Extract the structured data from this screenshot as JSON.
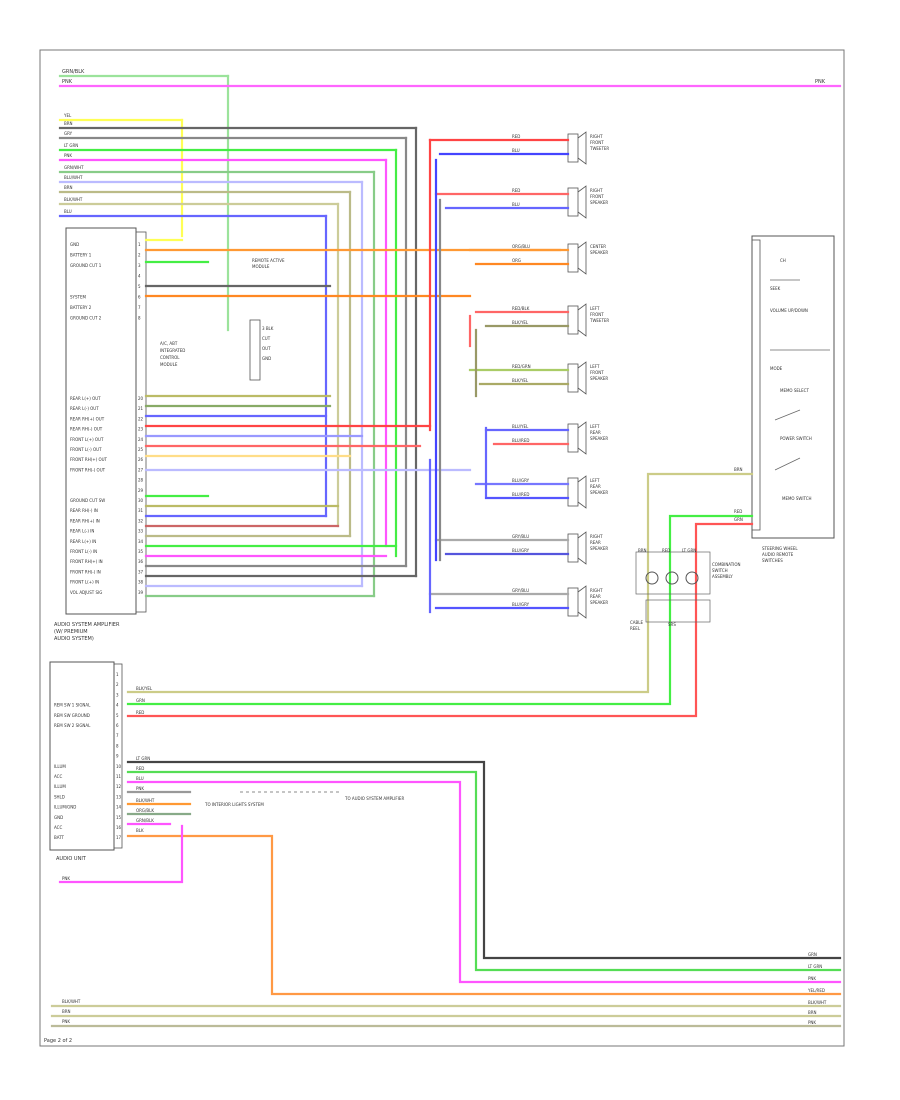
{
  "page": {
    "page_number": "2 of 2",
    "footer_label": "Page 2 of 2"
  },
  "top_wires": [
    {
      "code": "GRN/BLK",
      "color": "#9be39b"
    },
    {
      "code": "PNK",
      "color": "#ff66ff"
    }
  ],
  "harness_wires": [
    {
      "code": "YEL",
      "color": "#ffff55"
    },
    {
      "code": "BRN",
      "color": "#666666"
    },
    {
      "code": "GRY",
      "color": "#888888"
    },
    {
      "code": "LT GRN",
      "color": "#44ee44"
    },
    {
      "code": "PNK",
      "color": "#ff55ff"
    },
    {
      "code": "GRN/WHT",
      "color": "#88cc88"
    },
    {
      "code": "BLU/WHT",
      "color": "#bbbbff"
    },
    {
      "code": "BRN",
      "color": "#bbbb88"
    },
    {
      "code": "BLK/WHT",
      "color": "#cccc99"
    },
    {
      "code": "BLU",
      "color": "#6666ff"
    }
  ],
  "amplifier": {
    "name_lines": [
      "AUDIO SYSTEM AMPLIFIER",
      "(W/ PREMIUM",
      "AUDIO SYSTEM)"
    ],
    "pins_top": [
      "GND",
      "BATTERY 1",
      "GROUND CUT 1",
      "",
      "",
      "SYSTEM",
      "BATTERY 2",
      "GROUND CUT 2"
    ],
    "pins_bottom": [
      "REAR L(+) OUT",
      "REAR L(-) OUT",
      "REAR RH(+) OUT",
      "REAR RH(-) OUT",
      "FRONT L(+) OUT",
      "FRONT L(-) OUT",
      "FRONT RH(+) OUT",
      "FRONT RH(-) OUT",
      "",
      "",
      "GROUND CUT SW",
      "REAR RH(-) IN",
      "REAR RH(+) IN",
      "REAR L(-) IN",
      "REAR L(+) IN",
      "FRONT L(-) IN",
      "FRONT RH(+) IN",
      "FRONT RH(-) IN",
      "FRONT L(+) IN",
      "VOL ADJUST SIG"
    ]
  },
  "module_note": {
    "title_lines": [
      "REMOTE ACTIVE",
      "MODULE"
    ],
    "sub_lines": [
      "A/C, ABT",
      "INTEGRATED",
      "CONTROL",
      "MODULE"
    ],
    "pins": [
      "3 BLK",
      "CUT",
      "OUT",
      "GND"
    ]
  },
  "speakers": [
    {
      "name": "RIGHT FRONT TWEETER",
      "wires": [
        {
          "code": "RED",
          "color": "#ff4444"
        },
        {
          "code": "BLU",
          "color": "#4444ff"
        }
      ]
    },
    {
      "name": "RIGHT FRONT SPEAKER",
      "wires": [
        {
          "code": "RED",
          "color": "#ff6666"
        },
        {
          "code": "BLU",
          "color": "#6666ff"
        }
      ]
    },
    {
      "name": "CENTER SPEAKER",
      "wires": [
        {
          "code": "ORG/BLU",
          "color": "#ff9933"
        },
        {
          "code": "ORG",
          "color": "#ff8822"
        }
      ]
    },
    {
      "name": "LEFT FRONT TWEETER",
      "wires": [
        {
          "code": "RED/BLK",
          "color": "#ff6666"
        },
        {
          "code": "BLK/YEL",
          "color": "#999966"
        }
      ]
    },
    {
      "name": "LEFT FRONT SPEAKER",
      "wires": [
        {
          "code": "RED/GRN",
          "color": "#aacc66"
        },
        {
          "code": "BLK/YEL",
          "color": "#aaaa66"
        }
      ]
    },
    {
      "name": "LEFT REAR SPEAKER",
      "wires": [
        {
          "code": "BLU/YEL",
          "color": "#6666ff"
        },
        {
          "code": "BLU/RED",
          "color": "#ff6666"
        }
      ]
    },
    {
      "name": "LEFT REAR SPEAKER",
      "wires": [
        {
          "code": "BLU/GRY",
          "color": "#7777ff"
        },
        {
          "code": "BLU/RED",
          "color": "#5555ff"
        }
      ]
    },
    {
      "name": "RIGHT REAR SPEAKER",
      "wires": [
        {
          "code": "GRY/BLU",
          "color": "#aaaaaa"
        },
        {
          "code": "BLU/GRY",
          "color": "#5555dd"
        }
      ]
    },
    {
      "name": "RIGHT REAR SPEAKER",
      "wires": [
        {
          "code": "GRY/BLU",
          "color": "#aaaaaa"
        },
        {
          "code": "BLU/GRY",
          "color": "#5555ff"
        }
      ]
    }
  ],
  "steering_switch": {
    "name_lines": [
      "STEERING WHEEL",
      "AUDIO REMOTE",
      "SWITCHES"
    ],
    "labels": [
      "CH",
      "SEEK",
      "VOLUME UP/DOWN",
      "MODE",
      "MEMO SELECT",
      "POWER SWITCH",
      "MEMO SWITCH"
    ],
    "wires": [
      {
        "code": "BRN",
        "color": "#cccc88"
      },
      {
        "code": "RED",
        "color": "#ff5555"
      },
      {
        "code": "GRN",
        "color": "#44ee44"
      }
    ]
  },
  "combination_switch": {
    "name_lines": [
      "COMBINATION",
      "SWITCH",
      "ASSEMBLY"
    ],
    "pins": [
      "BRN",
      "RED",
      "LT GRN"
    ],
    "lower_labels": [
      "CABLE",
      "REEL",
      "SRS"
    ]
  },
  "audio_unit": {
    "name": "AUDIO UNIT",
    "pins_top": [
      "",
      "",
      "",
      "REM SW 1 SIGNAL",
      "REM SW GROUND",
      "REM SW 2 SIGNAL",
      "",
      "",
      "",
      "ILLUM",
      "ACC",
      "ILLUM",
      "SHLD",
      "ILLUM/GND",
      "GND",
      "ACC",
      "BATT"
    ],
    "wires": [
      {
        "code": "BLK/YEL",
        "color": "#bbbb66"
      },
      {
        "code": "GRN",
        "color": "#44ee44"
      },
      {
        "code": "RED",
        "color": "#ff4444"
      },
      {
        "code": "LT GRN",
        "color": "#55dd55"
      },
      {
        "code": "RED",
        "color": "#ff5555"
      },
      {
        "code": "BLU",
        "color": "#6666ff"
      },
      {
        "code": "PNK",
        "color": "#ff55ff"
      },
      {
        "code": "BLK/WHT",
        "color": "#999999"
      },
      {
        "code": "ORG/BLK",
        "color": "#ff9933"
      },
      {
        "code": "GRN/BLK",
        "color": "#88aa88"
      },
      {
        "code": "BLK",
        "color": "#444444"
      },
      {
        "code": "PNK",
        "color": "#ff55ff"
      },
      {
        "code": "YEL/RED",
        "color": "#ff9944"
      }
    ],
    "notes": [
      "TO INTERIOR LIGHTS SYSTEM",
      "TO AUDIO SYSTEM AMPLIFIER"
    ],
    "pnk_label": "PNK"
  },
  "bottom_wires": [
    {
      "code": "BLK/WHT",
      "color": "#cccc99"
    },
    {
      "code": "BRN",
      "color": "#cccc99"
    },
    {
      "code": "PNK",
      "color": "#bbbb99"
    }
  ],
  "right_bus": [
    "GRN",
    "LT GRN",
    "PNK",
    "YEL/RED",
    "BLK/WHT",
    "BRN",
    "PNK"
  ]
}
